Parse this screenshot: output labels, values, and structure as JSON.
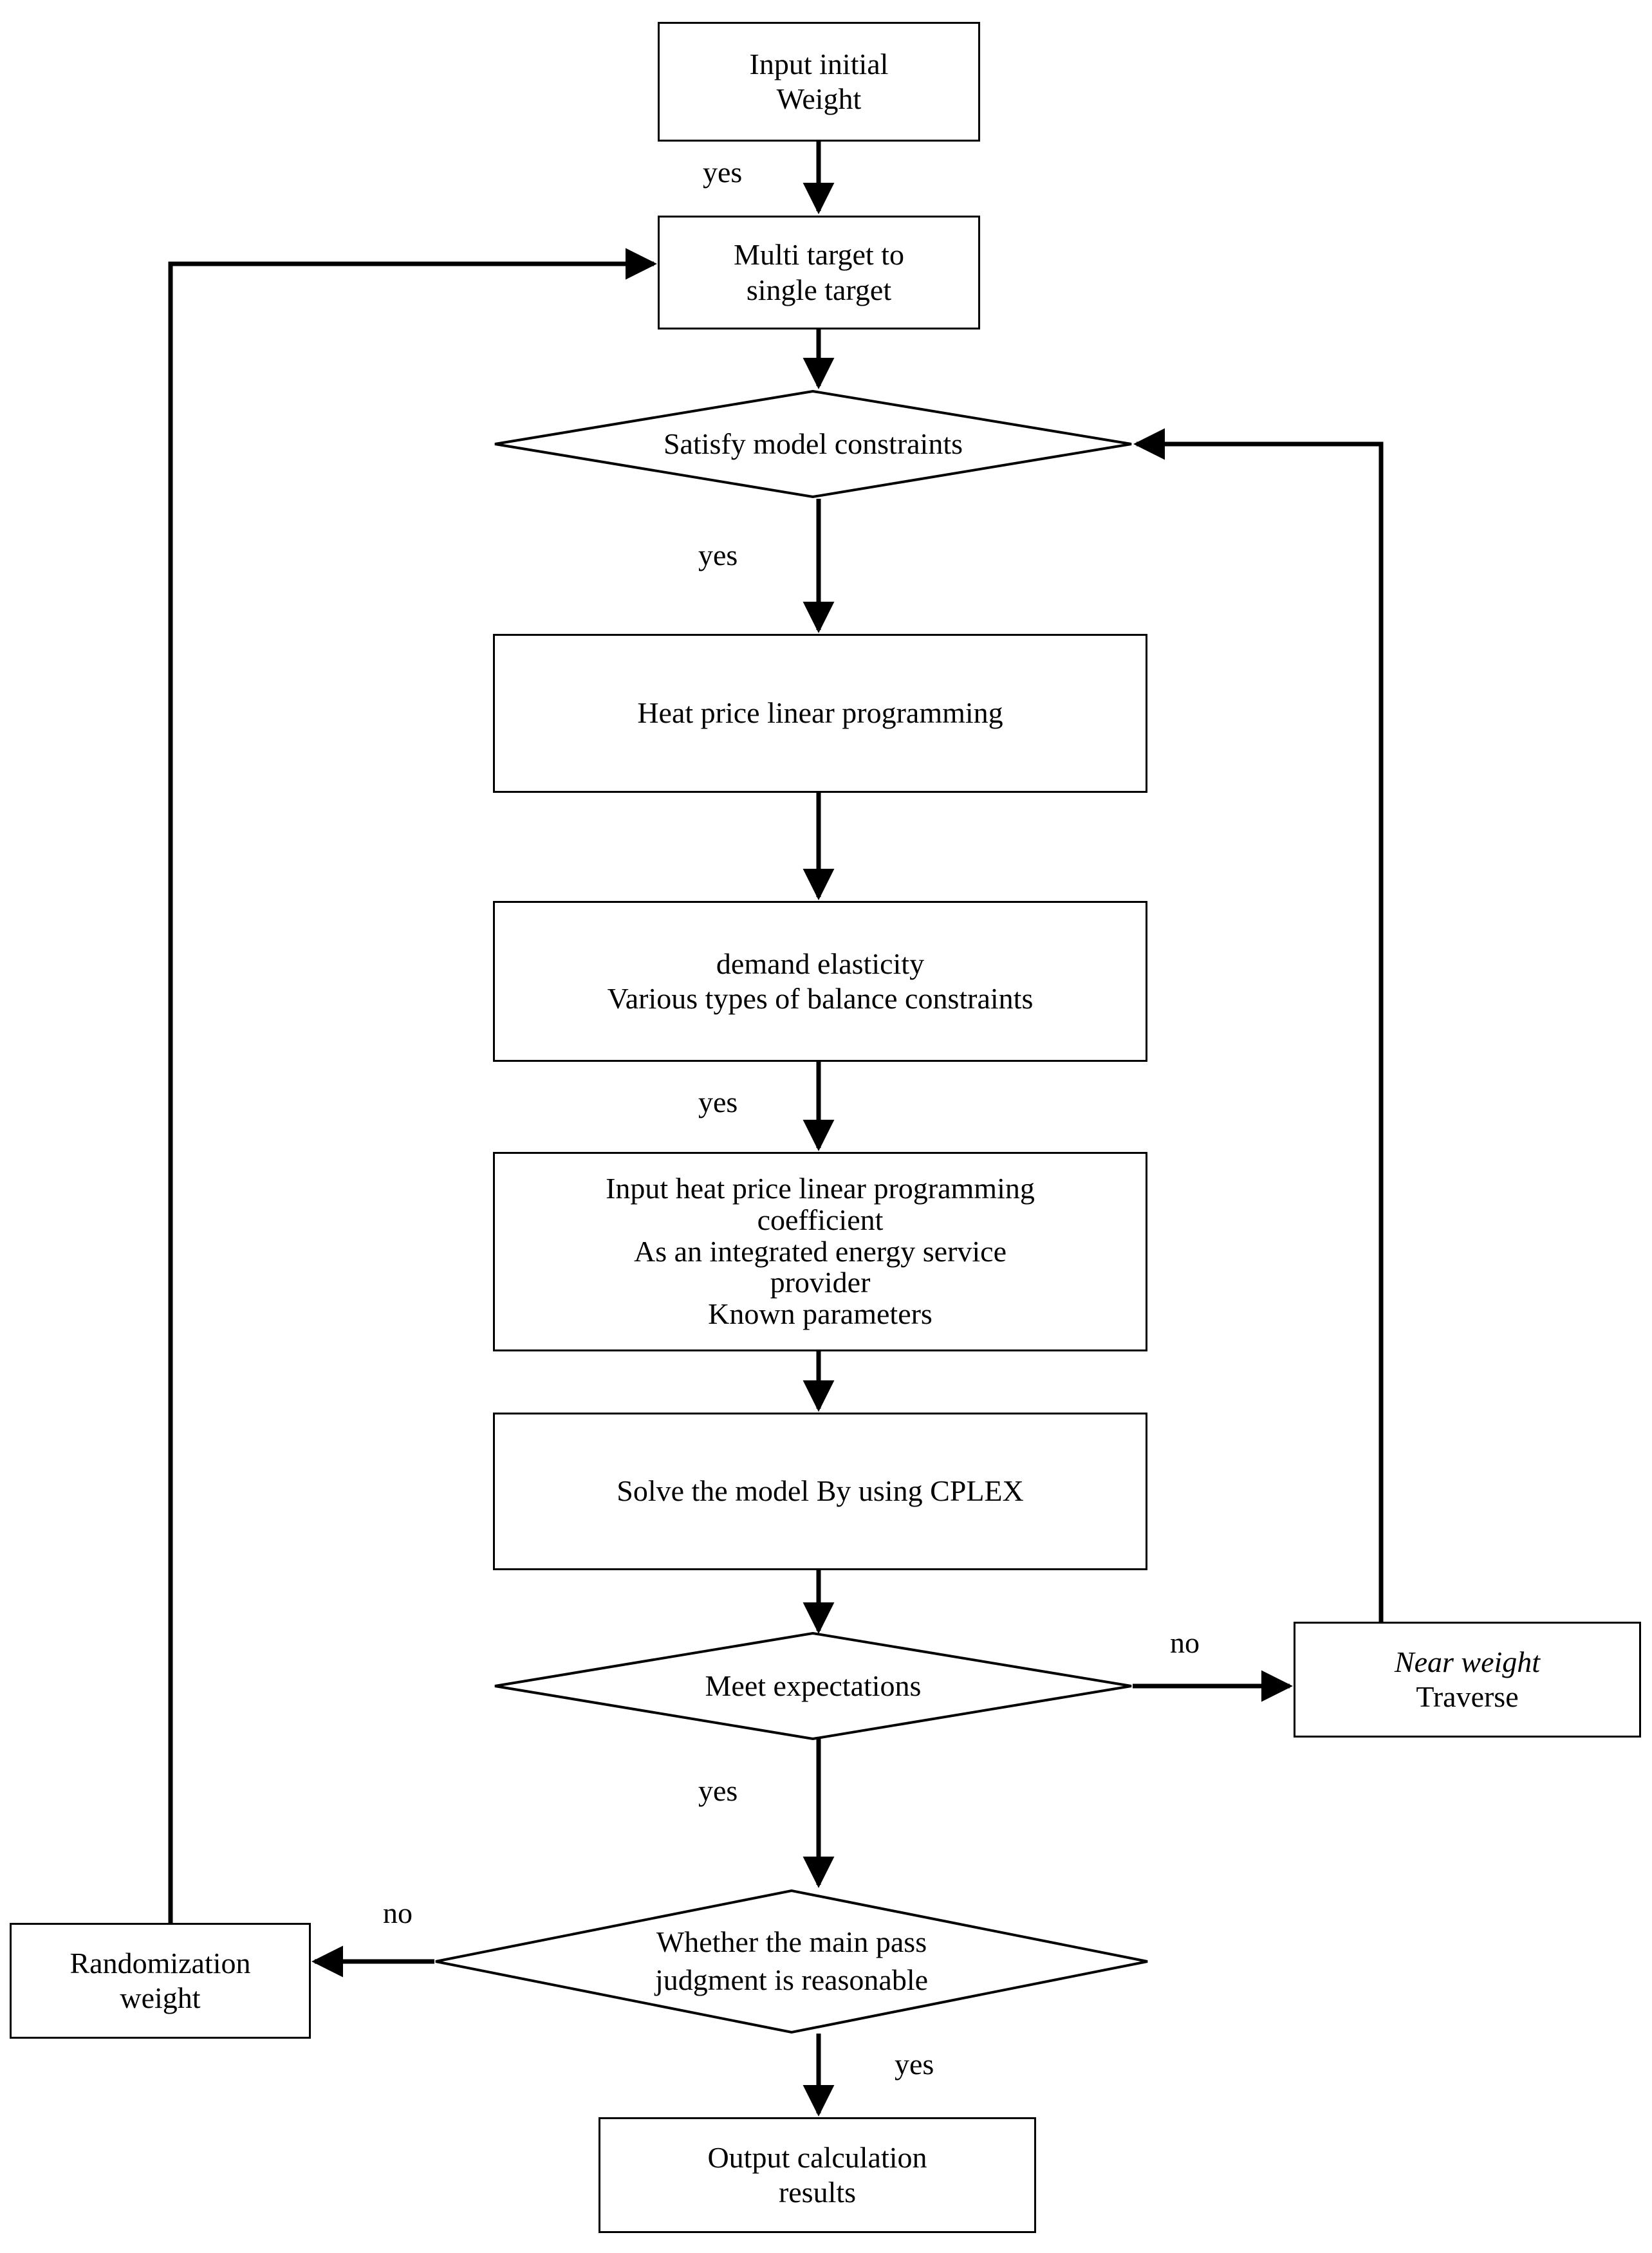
{
  "diagram": {
    "type": "flowchart",
    "title": "",
    "background_color": "#ffffff",
    "line_color": "#000000",
    "text_color": "#000000"
  },
  "nodes": {
    "input_initial_weight": {
      "label": "Input initial\nWeight",
      "shape": "rectangle"
    },
    "multi_to_single": {
      "label": "Multi target to\nsingle target",
      "shape": "rectangle"
    },
    "satisfy_constraints": {
      "label": "Satisfy model constraints",
      "shape": "diamond"
    },
    "heat_price_lp": {
      "label": "Heat price linear programming",
      "shape": "rectangle"
    },
    "demand_elasticity": {
      "label": "demand elasticity\nVarious types of balance constraints",
      "shape": "rectangle"
    },
    "input_coefficient": {
      "label": "Input heat price linear programming\ncoefficient\nAs an integrated energy service\nprovider\nKnown parameters",
      "shape": "rectangle"
    },
    "solve_cplex": {
      "label": "Solve the model By using CPLEX",
      "shape": "rectangle"
    },
    "meet_expectations": {
      "label": "Meet expectations",
      "shape": "diamond"
    },
    "near_weight_traverse": {
      "label_italic": "Near weight",
      "label_plain": "Traverse",
      "shape": "rectangle"
    },
    "main_pass_judgment": {
      "label": "Whether the main pass\njudgment is reasonable",
      "shape": "diamond"
    },
    "randomization_weight": {
      "label": "Randomization\nweight",
      "shape": "rectangle"
    },
    "output_results": {
      "label": "Output calculation\nresults",
      "shape": "rectangle"
    }
  },
  "edge_labels": {
    "input_to_multi": "yes",
    "satisfy_to_heat": "yes",
    "demand_to_coefficient": "yes",
    "meet_no": "no",
    "meet_yes": "yes",
    "judgment_no": "no",
    "judgment_yes": "yes"
  }
}
